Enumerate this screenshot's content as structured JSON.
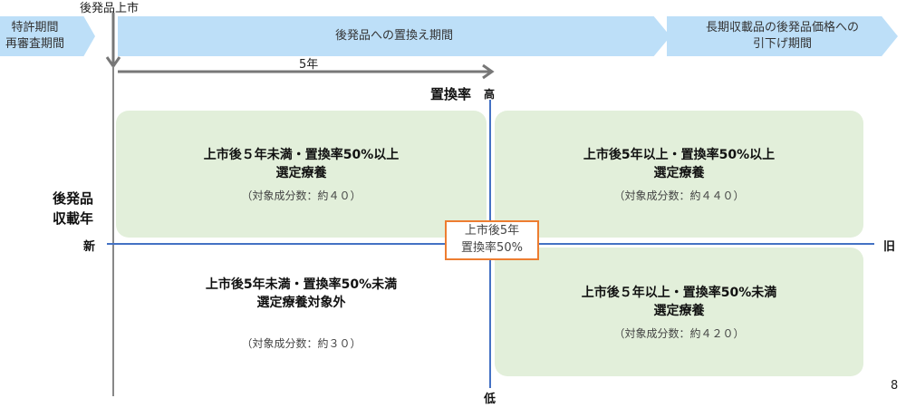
{
  "timeline": {
    "launch_label": "後発品上市",
    "patent_period": "特許期間\n再審査期間",
    "replacement_period": "後発品への置換え期間",
    "price_reduction_period": "長期収載品の後発品価格への\n引下げ期間",
    "five_years": "5年"
  },
  "axes": {
    "y_title": "置換率",
    "y_high": "高",
    "y_low": "低",
    "x_title": "後発品\n収載年",
    "x_new": "新",
    "x_old": "旧"
  },
  "center_label": "上市後5年\n置換率50%",
  "quadrants": [
    {
      "title": "上市後５年未満・置換率50%以上\n選定療養",
      "count": "（対象成分数：約４０）"
    },
    {
      "title": "上市後5年以上・置換率50%以上\n選定療養",
      "count": "（対象成分数：約４４０）"
    },
    {
      "title": "上市後5年未満・置換率50%未満\n選定療養対象外",
      "count": "（対象成分数：約３０）"
    },
    {
      "title": "上市後５年以上・置換率50%未満\n選定療養",
      "count": "（対象成分数：約４２０）"
    }
  ],
  "page_number": "8",
  "colors": {
    "arrow_fill": "#bddff8",
    "quad_fill": "#e2efda",
    "axis_blue": "#4472c4",
    "center_border": "#ed7d31"
  }
}
